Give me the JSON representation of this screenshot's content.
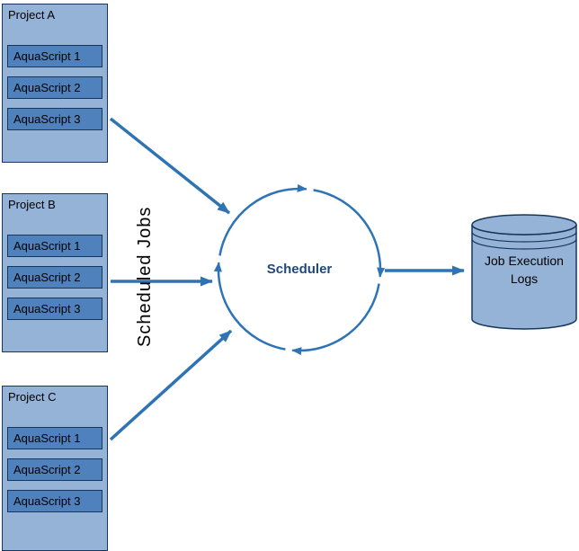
{
  "projects": [
    {
      "title": "Project A",
      "items": [
        "AquaScript 1",
        "AquaScript 2",
        "AquaScript 3"
      ]
    },
    {
      "title": "Project B",
      "items": [
        "AquaScript 1",
        "AquaScript 2",
        "AquaScript 3"
      ]
    },
    {
      "title": "Project C",
      "items": [
        "AquaScript 1",
        "AquaScript 2",
        "AquaScript 3"
      ]
    }
  ],
  "flow_label": "Scheduled Jobs",
  "scheduler": {
    "label": "Scheduler"
  },
  "database": {
    "label": "Job Execution Logs"
  },
  "colors": {
    "project_fill": "#95B3D7",
    "item_fill": "#4F81BD",
    "cylinder_fill": "#95B3D7",
    "shape_border": "#17365D",
    "arrow": "#2E74B5",
    "scheduler_text": "#1F497D",
    "text": "#000000",
    "background": "#FFFFFF"
  }
}
